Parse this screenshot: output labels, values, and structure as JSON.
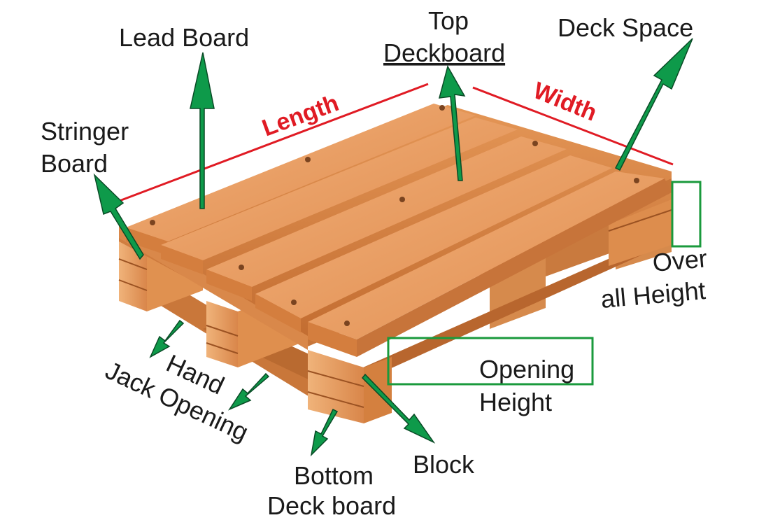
{
  "labels": {
    "lead_board": "Lead Board",
    "top_deckboard_1": "Top",
    "top_deckboard_2": "Deckboard",
    "deck_space": "Deck Space",
    "stringer_board_1": "Stringer",
    "stringer_board_2": "Board",
    "length": "Length",
    "width": "Width",
    "over_all_height_1": "Over",
    "over_all_height_2": "all Height",
    "opening_height_1": "Opening",
    "opening_height_2": "Height",
    "hand_jack_1": "Hand",
    "hand_jack_2": "Jack Opening",
    "block": "Block",
    "bottom_deck_board_1": "Bottom",
    "bottom_deck_board_2": "Deck board"
  },
  "colors": {
    "arrow_fill": "#0e9a4a",
    "arrow_stroke": "#0a4a26",
    "dimension_red": "#e01b24",
    "highlight_box": "#1a9a3c",
    "wood_top": "#e89a5a",
    "wood_side": "#d07a3a",
    "wood_dark": "#a85a28"
  }
}
